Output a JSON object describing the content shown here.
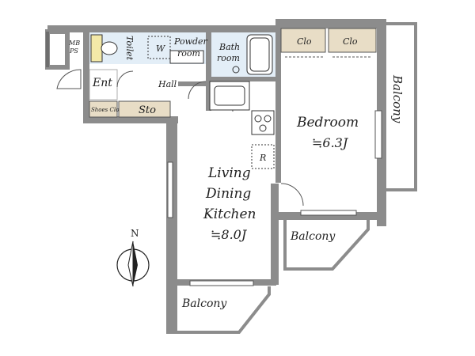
{
  "rooms": {
    "mb_ps": "MB\nPS",
    "toilet": "Toilet",
    "w": "W",
    "powder_room": "Powder\nroom",
    "bath_room": "Bath\nroom",
    "clo_1": "Clo",
    "clo_2": "Clo",
    "ent": "Ent",
    "hall": "Hall",
    "shoes_clo": "Shoes Clo",
    "sto": "Sto",
    "bedroom": "Bedroom",
    "bedroom_area": "≒6.3J",
    "ldk_line1": "Living",
    "ldk_line2": "Dining",
    "ldk_line3": "Kitchen",
    "ldk_area": "≒8.0J",
    "r": "R",
    "balcony_right": "Balcony",
    "balcony_middle": "Balcony",
    "balcony_bottom": "Balcony"
  },
  "compass": {
    "north": "N"
  },
  "colors": {
    "wall": "#8c8c8c",
    "wall_dark": "#6e6e6e",
    "floor_wet": "#e3eef7",
    "clo_fill": "#e8ddc6",
    "line": "#333333"
  }
}
